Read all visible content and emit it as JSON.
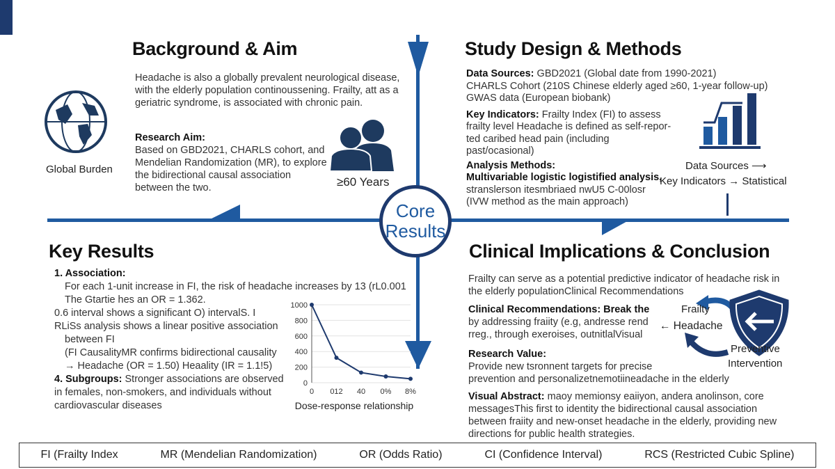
{
  "background": {
    "title": "Background & Aim",
    "text": "Headache is also a globally prevalent neurological disease, with the elderly population continoussening. Frailty, att as a geriatric syndrome, is associated with chronic pain.",
    "aim_label": "Research Aim:",
    "aim_text": "Based on GBD2021, CHARLS cohort, and Mendelian Randomization (MR), to explore the bidirectional causal association between the two.",
    "globe_label": "Global Burden",
    "age_label": "≥60 Years"
  },
  "design": {
    "title": "Study Design & Methods",
    "sources_label": "Data Sources:",
    "sources_lines": [
      "GBD2021 (Global date from 1990-2021)",
      "CHARLS Cohort (210S Chinese elderly aged ≥60, 1-year follow-up)",
      "GWAS data (European biobank)"
    ],
    "indicators_label": "Key Indicators:",
    "indicators_text": "Frailty Index (FI) to assess frailty level Headache is defined as self-repor-ted caribed head pain (including past/ocasional)",
    "methods_label": "Analysis Methods:",
    "methods_bold": "Multivariable logistic logistified analysis,",
    "methods_lines": [
      "stranslerson itesmbriaed nwU5 C-00losr",
      "(IVW method as the main approach)"
    ],
    "flow_1": "Data Sources ⟶",
    "flow_2": "Key Indicators → Statistical"
  },
  "core": {
    "label_1": "Core",
    "label_2": "Results"
  },
  "results": {
    "title": "Key Results",
    "assoc_label": "1. Association:",
    "lines": [
      "For each 1-unit increase in FI, the risk of headache increases by 13 (rL0.001",
      "The Gtartie hes an OR = 1.362.",
      "0.6 interval shows a significant O) intervalS. I",
      "RLiSs analysis shows a linear positive association",
      "between FI",
      "(FI CausalityMR confirms bidirectional causality",
      "→ Headache (OR = 1.50)  Heaality (IR = 1.1!5)"
    ],
    "subgroups_label": "4. Subgroups:",
    "subgroups_text": "Stronger associations are observed in females, non-smokers, and individuals without cardiovascular diseases"
  },
  "chart_data": {
    "type": "line",
    "title": "",
    "xlabel": "Dose-response relationship",
    "ylabel": "",
    "categories": [
      "0",
      "012",
      "40",
      "0%",
      "8%"
    ],
    "values": [
      1000,
      320,
      130,
      80,
      50
    ],
    "yticks": [
      0,
      200,
      400,
      600,
      800,
      1000
    ],
    "ylim": [
      0,
      1000
    ],
    "grid": true,
    "color": "#1e3a6e"
  },
  "clinical": {
    "title": "Clinical Implications & Conclusion",
    "intro": "Frailty can serve as a potential predictive indicator of headache risk in the elderly populationClinical Recommendations",
    "rec_label": "Clinical Recommendations: Break the",
    "rec_lines": [
      "by addressing fraiity (e.g, andresse rend",
      "rreg., through exeroises, outnitlalVisual"
    ],
    "value_label": "Research Value:",
    "value_lines": [
      "Provide new tsronnent targets for precise",
      "prevention and personalizetnemotiineadache in the elderly"
    ],
    "abstract_label": "Visual Abstract:",
    "abstract_text": "maoy memionsy eaiiyon, andera anolinson, core messagesThis first to identity the bidirectional causal association between fraiity and new-onset headache in the elderly, providing new directions for public health strategies.",
    "cycle_1": "Frailty",
    "cycle_2": "← Headache",
    "cycle_3": "Preventive",
    "cycle_4": "Intervention"
  },
  "footer": [
    "FI (Frailty Index",
    "MR (Mendelian Randomization)",
    "OR (Odds Ratio)",
    "CI (Confidence Interval)",
    "RCS (Restricted Cubic Spline)"
  ],
  "colors": {
    "accent": "#1f5aa0",
    "dark": "#1e3a5f"
  }
}
